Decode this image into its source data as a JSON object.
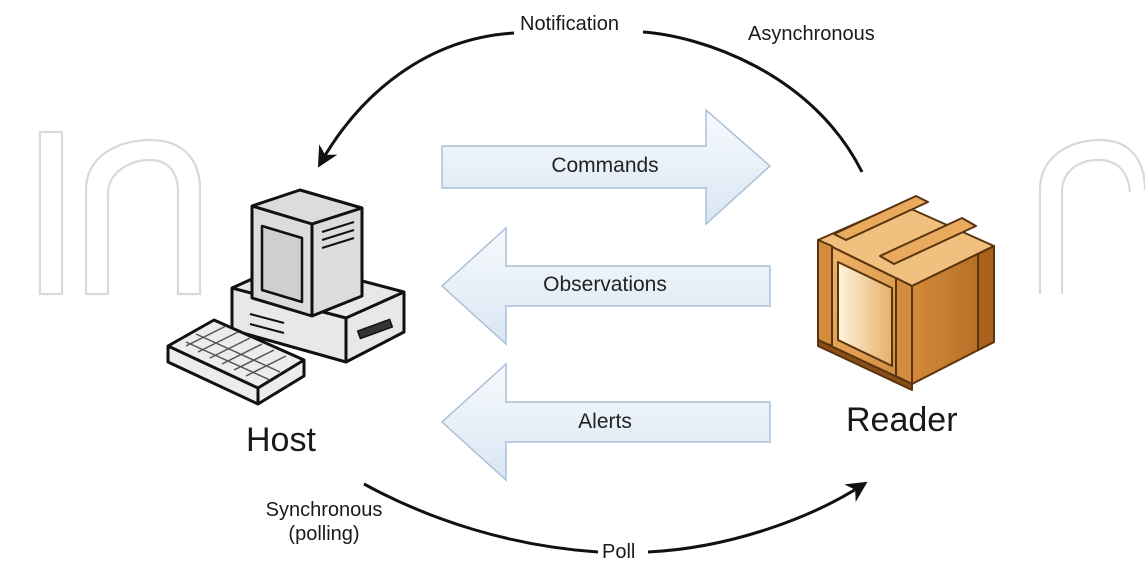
{
  "diagram": {
    "flows": {
      "notification": "Notification",
      "asynchronous": "Asynchronous",
      "synchronous": "Synchronous\n(polling)",
      "poll": "Poll"
    },
    "messages": [
      {
        "label": "Commands",
        "direction": "host-to-reader"
      },
      {
        "label": "Observations",
        "direction": "reader-to-host"
      },
      {
        "label": "Alerts",
        "direction": "reader-to-host"
      }
    ],
    "nodes": {
      "host": "Host",
      "reader": "Reader"
    },
    "watermark": "IntechOpen"
  },
  "colors": {
    "arrow_fill_light": "#f4f8fc",
    "arrow_fill_dark": "#dce8f4",
    "arrow_stroke": "#a9c0d8",
    "curve_stroke": "#111111",
    "crate_light": "#f4c27c",
    "crate_dark": "#c27a2c",
    "watermark": "#dcdcdc"
  },
  "icons": {
    "host": "desktop-computer-icon",
    "reader": "wooden-crate-icon"
  }
}
